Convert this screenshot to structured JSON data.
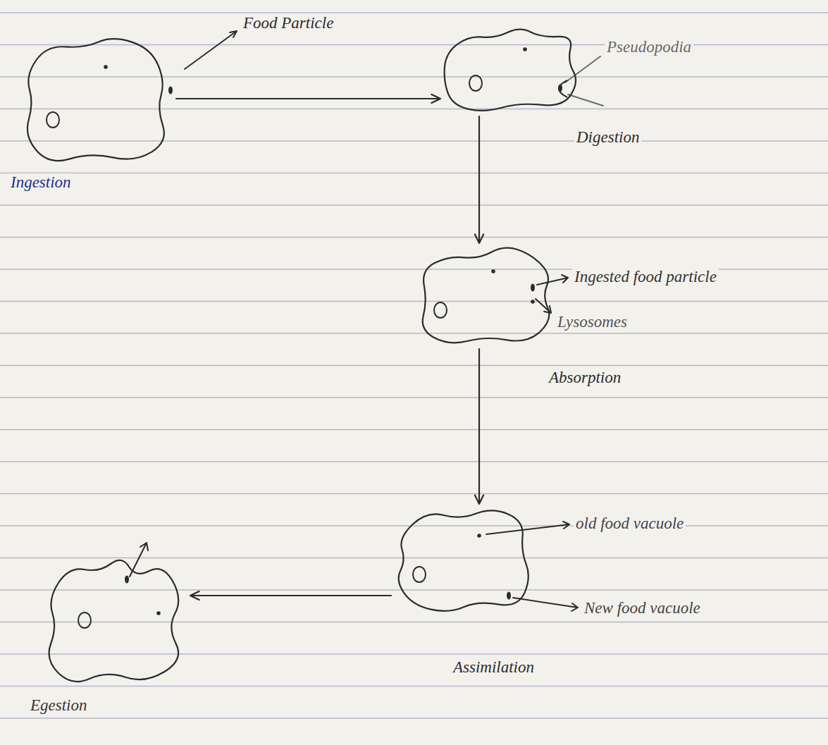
{
  "diagram": {
    "nodes": [
      {
        "text": [
          "Food Particle",
          "Ingestion"
        ]
      },
      {
        "text": [
          "Pseudopodia",
          "Digestion"
        ]
      },
      {
        "text": [
          "Ingested food particle",
          "Lysosomes"
        ]
      },
      {
        "text": [
          "old food vacuole",
          "New food vacuole",
          "Assimilation"
        ]
      },
      {
        "text": [
          "Egestion"
        ]
      }
    ],
    "edges": [
      {
        "from": 0,
        "to": 1,
        "arrow": "to"
      },
      {
        "from": 1,
        "to": 2,
        "arrow": "to"
      },
      {
        "from": 2,
        "to": 3,
        "label": "Absorption",
        "arrow": "to"
      },
      {
        "from": 3,
        "to": 4,
        "arrow": "to"
      }
    ]
  }
}
